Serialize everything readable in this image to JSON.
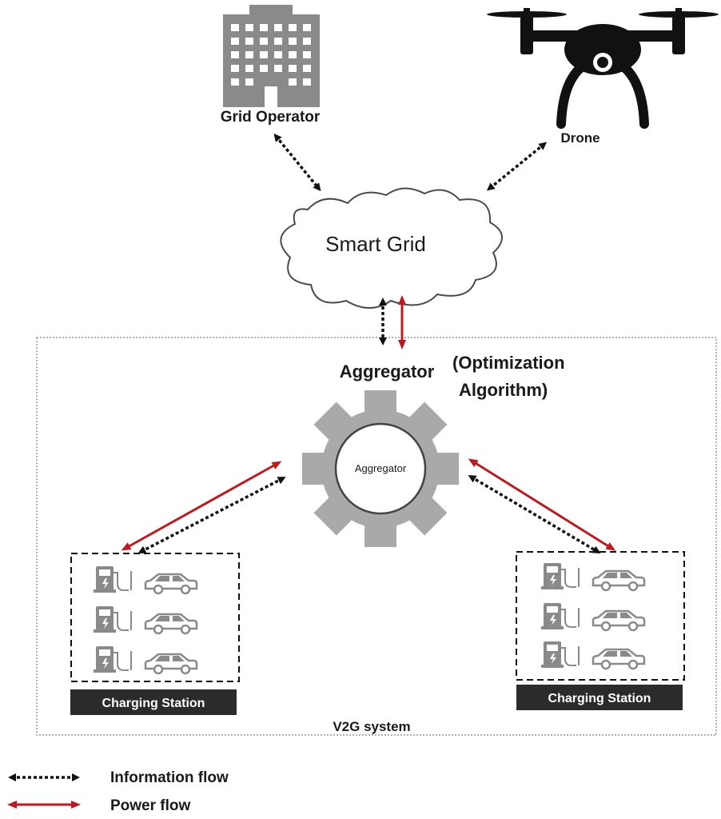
{
  "nodes": {
    "grid_operator": "Grid Operator",
    "drone": "Drone",
    "smart_grid": "Smart Grid",
    "aggregator_title": "Aggregator",
    "optimization_line1": "(Optimization",
    "optimization_line2": "Algorithm)",
    "aggregator_gear": "Aggregator",
    "charging_station_left": "Charging Station",
    "charging_station_right": "Charging Station",
    "system_label": "V2G system"
  },
  "legend": {
    "information_flow": "Information flow",
    "power_flow": "Power flow"
  },
  "colors": {
    "information_flow": "#111111",
    "power_flow": "#c0191f",
    "icon_gray": "#8a8a8a",
    "gear_gray": "#a9a9a9",
    "station_bar": "#2b2b2b"
  }
}
